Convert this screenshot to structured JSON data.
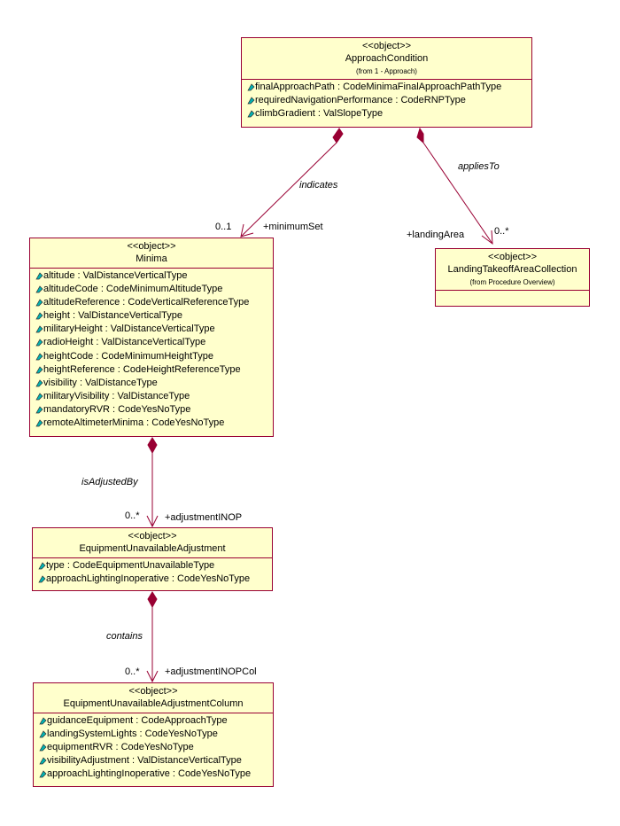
{
  "classes": {
    "approach": {
      "stereotype": "<<object>>",
      "name": "ApproachCondition",
      "from": "(from 1 - Approach)",
      "attributes": [
        "finalApproachPath : CodeMinimaFinalApproachPathType",
        "requiredNavigationPerformance : CodeRNPType",
        "climbGradient : ValSlopeType"
      ]
    },
    "minima": {
      "stereotype": "<<object>>",
      "name": "Minima",
      "attributes": [
        "altitude : ValDistanceVerticalType",
        "altitudeCode : CodeMinimumAltitudeType",
        "altitudeReference : CodeVerticalReferenceType",
        "height : ValDistanceVerticalType",
        "militaryHeight : ValDistanceVerticalType",
        "radioHeight : ValDistanceVerticalType",
        "heightCode : CodeMinimumHeightType",
        "heightReference : CodeHeightReferenceType",
        "visibility : ValDistanceType",
        "militaryVisibility : ValDistanceType",
        "mandatoryRVR : CodeYesNoType",
        "remoteAltimeterMinima : CodeYesNoType"
      ]
    },
    "landing": {
      "stereotype": "<<object>>",
      "name": "LandingTakeoffAreaCollection",
      "from": "(from Procedure Overview)",
      "attributes": []
    },
    "equipment": {
      "stereotype": "<<object>>",
      "name": "EquipmentUnavailableAdjustment",
      "attributes": [
        "type : CodeEquipmentUnavailableType",
        "approachLightingInoperative : CodeYesNoType"
      ]
    },
    "column": {
      "stereotype": "<<object>>",
      "name": "EquipmentUnavailableAdjustmentColumn",
      "attributes": [
        "guidanceEquipment : CodeApproachType",
        "landingSystemLights : CodeYesNoType",
        "equipmentRVR : CodeYesNoType",
        "visibilityAdjustment : ValDistanceVerticalType",
        "approachLightingInoperative : CodeYesNoType"
      ]
    }
  },
  "associations": {
    "indicates": {
      "name": "indicates",
      "role": "+minimumSet",
      "multiplicity": "0..1"
    },
    "appliesTo": {
      "name": "appliesTo",
      "role": "+landingArea",
      "multiplicity": "0..*"
    },
    "isAdjustedBy": {
      "name": "isAdjustedBy",
      "role": "+adjustmentINOP",
      "multiplicity": "0..*"
    },
    "contains": {
      "name": "contains",
      "role": "+adjustmentINOPCol",
      "multiplicity": "0..*"
    }
  },
  "colors": {
    "class_fill": "#ffffcc",
    "line": "#990033",
    "attribute_icon": "#00b3b3"
  },
  "icons": {
    "attribute": "public-attribute-icon",
    "composition": "filled-diamond-icon",
    "navigability": "open-arrowhead-icon"
  }
}
